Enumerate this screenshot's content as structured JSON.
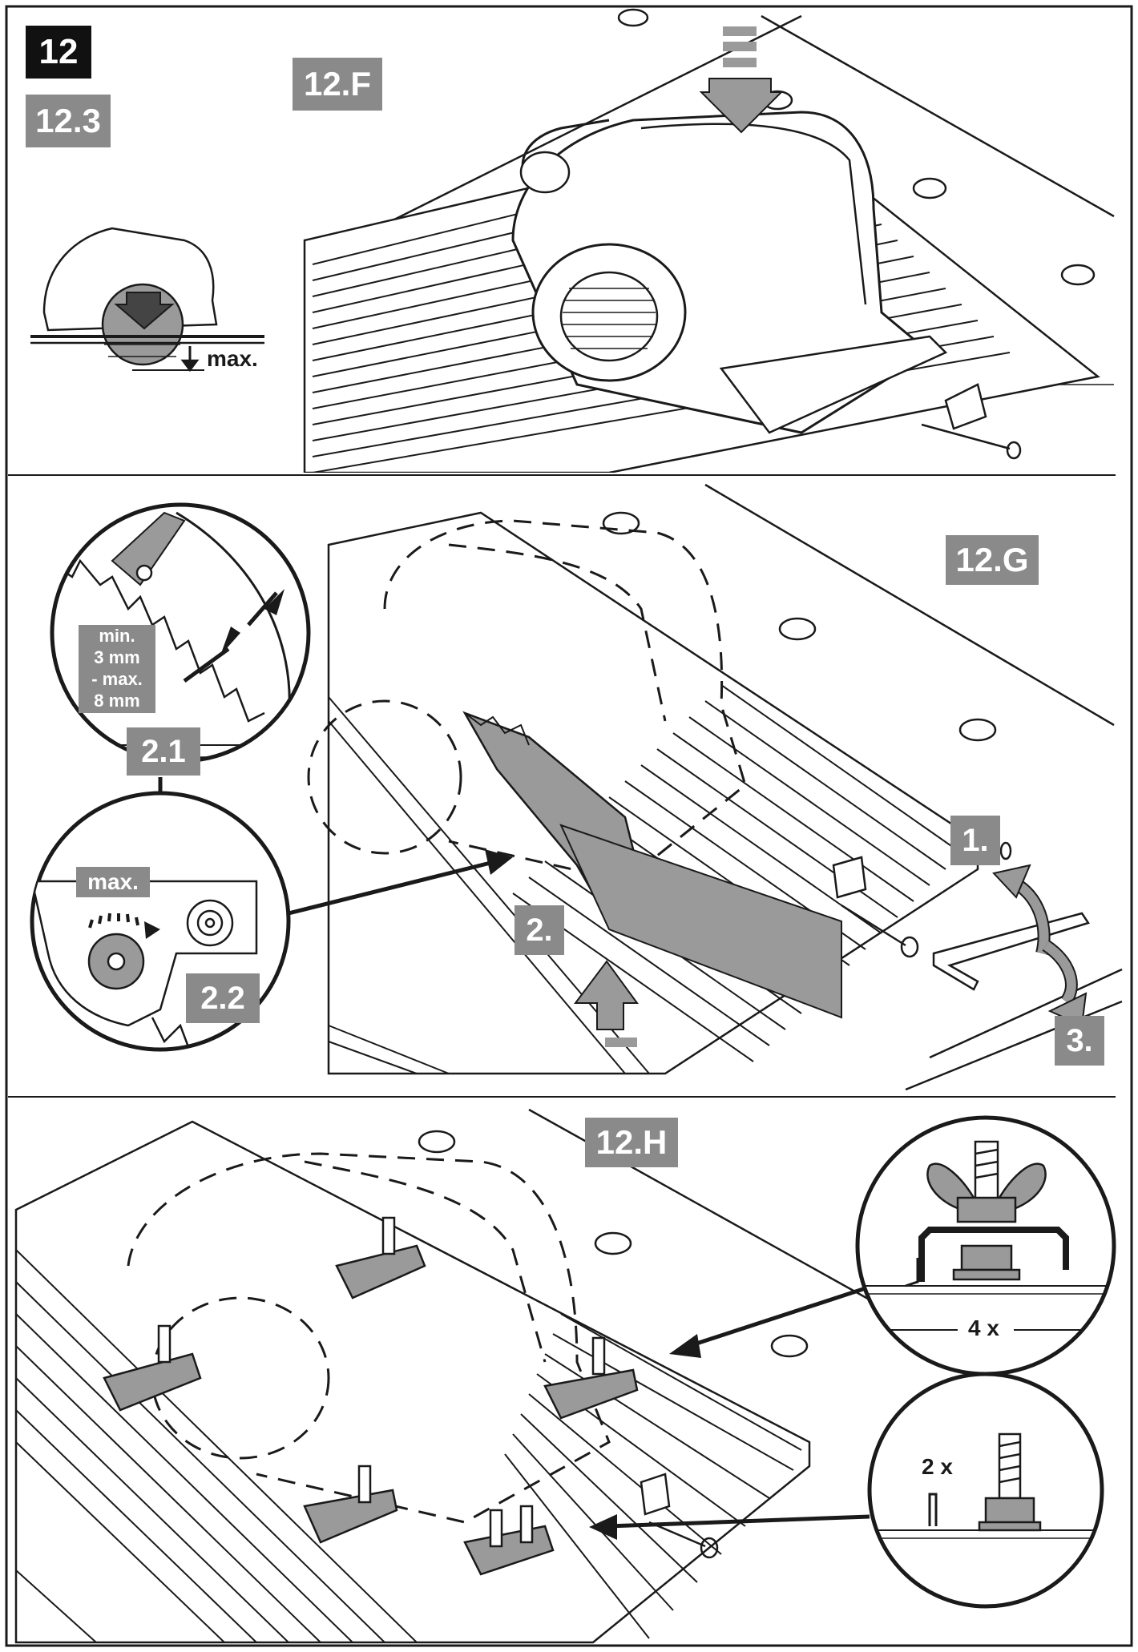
{
  "page": {
    "chapter": "12"
  },
  "panel_top": {
    "step": "12.3",
    "figure": "12.F",
    "inset_label": "max."
  },
  "panel_middle": {
    "figure": "12.G",
    "detail_a": {
      "label": "2.1",
      "gap_text": [
        "min.",
        "3 mm",
        "- max.",
        "8 mm"
      ]
    },
    "detail_b": {
      "label": "2.2",
      "max_text": "max."
    },
    "steps": [
      "1.",
      "2.",
      "3."
    ]
  },
  "panel_bottom": {
    "figure": "12.H",
    "detail_wingnut": {
      "count": "4 x"
    },
    "detail_bolt": {
      "count": "2 x"
    }
  },
  "colors": {
    "tag_grey": "#8a8a8a",
    "tag_black": "#111111",
    "line": "#1a1a1a",
    "fill_grey": "#9a9a9a"
  }
}
